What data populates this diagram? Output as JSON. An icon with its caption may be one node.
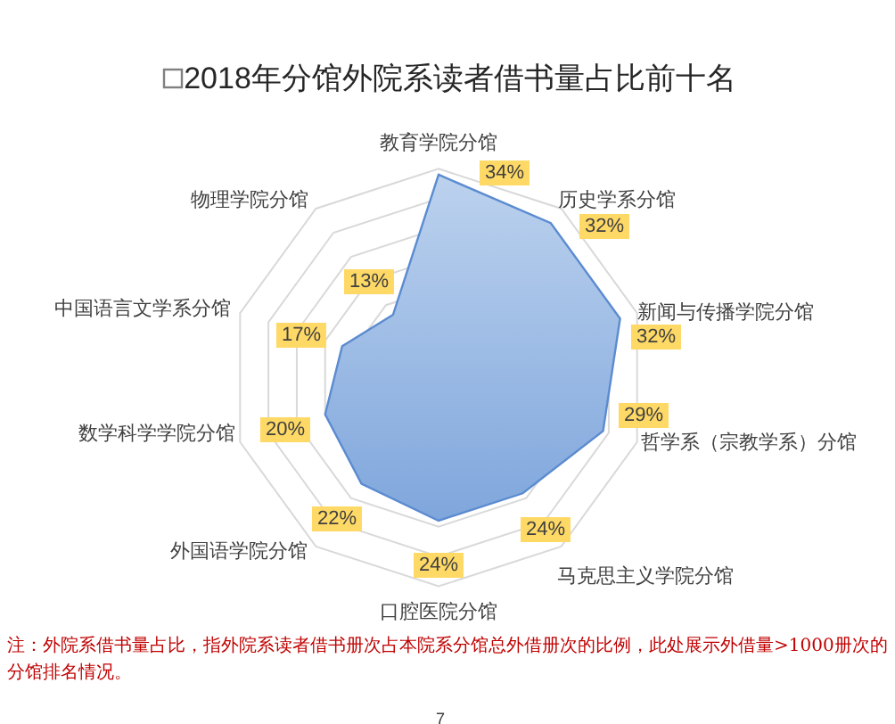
{
  "diagram": {
    "title": "2018年分馆外院系读者借书量占比前十名",
    "labels": [
      "教育学院分馆",
      "历史学系分馆",
      "新闻与传播学院分馆",
      "哲学系（宗教学系）分馆",
      "马克思主义学院分馆",
      "口腔医院分馆",
      "外国语学院分馆",
      "数学科学学院分馆",
      "中国语言文学系分馆",
      "物理学院分馆",
      "34%",
      "32%",
      "32%",
      "29%",
      "24%",
      "24%",
      "22%",
      "20%",
      "17%",
      "13%",
      "注：外院系借书量占比，指外院系读者借书册次占本院系分馆总外借册次的比例，此处展示外借量>1000册次的分馆排名情况。",
      "7"
    ]
  }
}
